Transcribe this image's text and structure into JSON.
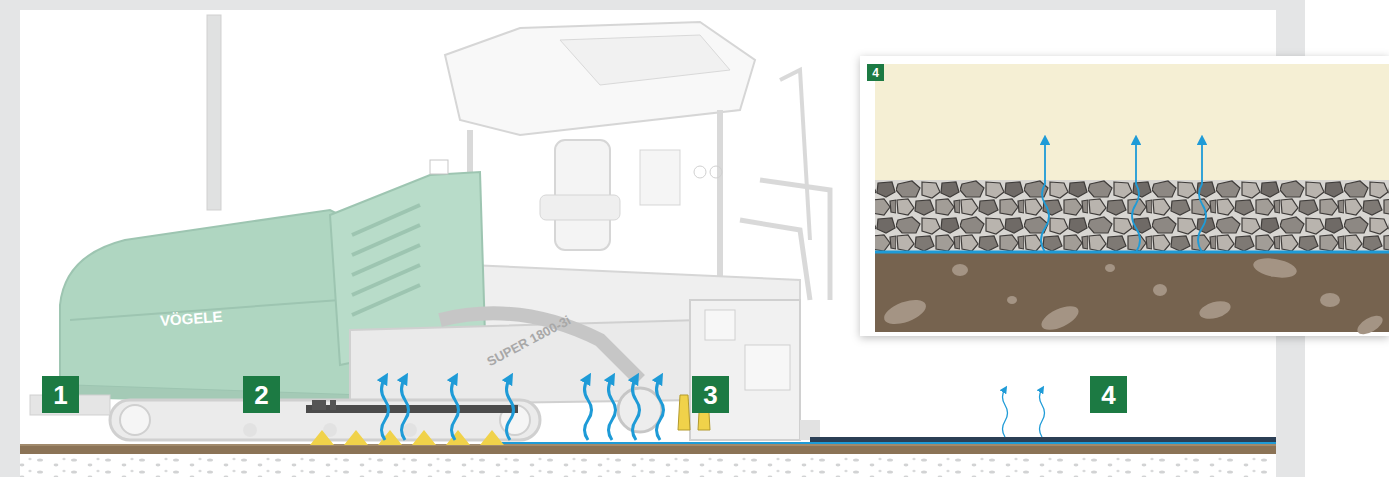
{
  "diagram": {
    "labels": [
      "1",
      "2",
      "3",
      "4",
      "4",
      "VÖGELE",
      "SUPER 1800-3i"
    ]
  }
}
